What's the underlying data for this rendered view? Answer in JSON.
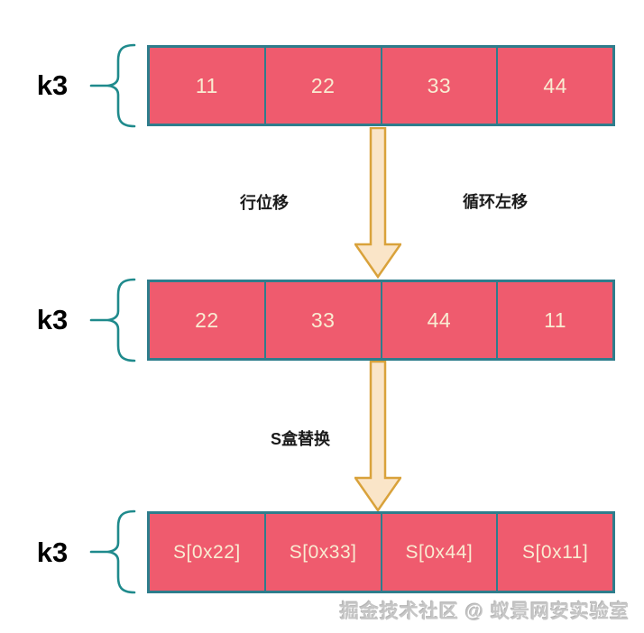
{
  "rows": [
    {
      "label": "k3",
      "cells": [
        "11",
        "22",
        "33",
        "44"
      ]
    },
    {
      "label": "k3",
      "cells": [
        "22",
        "33",
        "44",
        "11"
      ]
    },
    {
      "label": "k3",
      "cells": [
        "S[0x22]",
        "S[0x33]",
        "S[0x44]",
        "S[0x11]"
      ]
    }
  ],
  "steps": [
    {
      "left_label": "行位移",
      "right_label": "循环左移"
    },
    {
      "left_label": "S盒替换"
    }
  ],
  "watermark": "掘金技术社区 @ 蚁景网安实验室",
  "colors": {
    "cell_fill": "#EF5B6E",
    "cell_border": "#2E7D8C",
    "cell_text": "#F9ECD2",
    "brace": "#1F8A8C",
    "arrow_fill": "#FAE5C8",
    "arrow_stroke": "#D9A23B",
    "label_text": "#1A1A1A",
    "watermark_text": "#C6C6C6"
  }
}
